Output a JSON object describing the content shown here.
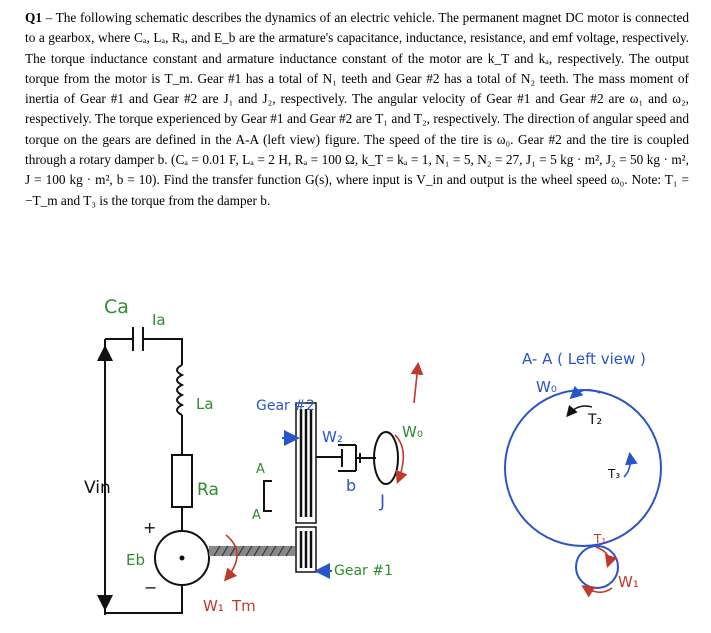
{
  "question": {
    "label": "Q1",
    "text": " – The following schematic describes the dynamics of an electric vehicle. The permanent magnet DC motor is connected to a gearbox, where Cₐ, Lₐ, Rₐ, and E_b are the armature's capacitance, inductance, resistance, and emf voltage, respectively. The torque inductance constant and armature inductance constant of the motor are k_T and kₐ, respectively. The output torque from the motor is T_m. Gear #1 has a total of N₁ teeth and Gear #2 has a total of N₂ teeth. The mass moment of inertia of Gear #1 and Gear #2 are J₁ and J₂, respectively. The angular velocity of Gear #1 and Gear #2 are ω₁ and ω₂, respectively. The torque experienced by Gear #1 and Gear #2 are T₁ and T₂, respectively. The direction of angular speed and torque on the gears are defined in the A-A (left view) figure. The speed of the tire is ω₀. Gear #2 and the tire is coupled through a rotary damper b. (Cₐ = 0.01 F, Lₐ = 2 H, Rₐ = 100 Ω, k_T = kₐ = 1, N₁ = 5, N₂ = 27, J₁ = 5 kg · m², J₂ = 50 kg · m², J = 100 kg · m², b = 10). Find the transfer function G(s), where input is V_in and output is the wheel speed ω₀. Note: T₁ = −T_m and T₃ is the torque from the damper b."
  },
  "figure": {
    "colors": {
      "green": "#2e8b2e",
      "blue": "#2a55c8",
      "red": "#c0392b",
      "ink": "#111111"
    },
    "labels": {
      "ca": "Ca",
      "ia": "Ia",
      "la": "La",
      "ra": "Ra",
      "vin": "Vin",
      "eb": "Eb",
      "plus": "+",
      "minus": "−",
      "gear2": "Gear #2",
      "gear1": "Gear #1",
      "w2": "W₂",
      "w0": "W₀",
      "wm": "W₁",
      "tm": "Tm",
      "a_top": "A",
      "a_bottom": "A",
      "b": "b",
      "j": "J",
      "view_title": "A- A  ( Left  view )",
      "view_w0": "W₀",
      "view_t2": "T₂",
      "view_t3": "T₃",
      "view_t1": "T₁",
      "view_w1": "W₁"
    }
  }
}
